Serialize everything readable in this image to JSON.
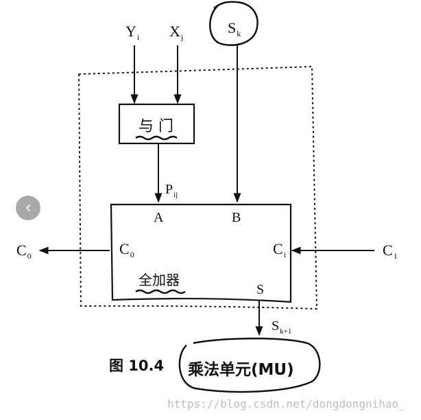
{
  "diagram": {
    "inputs": {
      "y": {
        "main": "Y",
        "sub": "i"
      },
      "x": {
        "main": "X",
        "sub": "j"
      },
      "s": {
        "main": "S",
        "sub": "k"
      },
      "c_in": {
        "main": "C",
        "sub": "1"
      }
    },
    "outputs": {
      "c_out": {
        "main": "C",
        "sub": "0"
      },
      "s_out": {
        "main": "S",
        "sub": "k+1"
      }
    },
    "and_gate": {
      "label": "与 门"
    },
    "product": {
      "main": "P",
      "sub": "ij"
    },
    "adder": {
      "label": "全加器",
      "port_a": "A",
      "port_b": "B",
      "port_c0": {
        "main": "C",
        "sub": "0"
      },
      "port_ci": {
        "main": "C",
        "sub": "i"
      },
      "port_s": "S"
    }
  },
  "caption": {
    "figure": "图 10.4",
    "title": "乘法单元(MU)"
  },
  "watermark": "https://blog.csdn.net/dongdongnihao_",
  "nav": {
    "icon": "chevron-left-icon",
    "glyph": "‹"
  }
}
